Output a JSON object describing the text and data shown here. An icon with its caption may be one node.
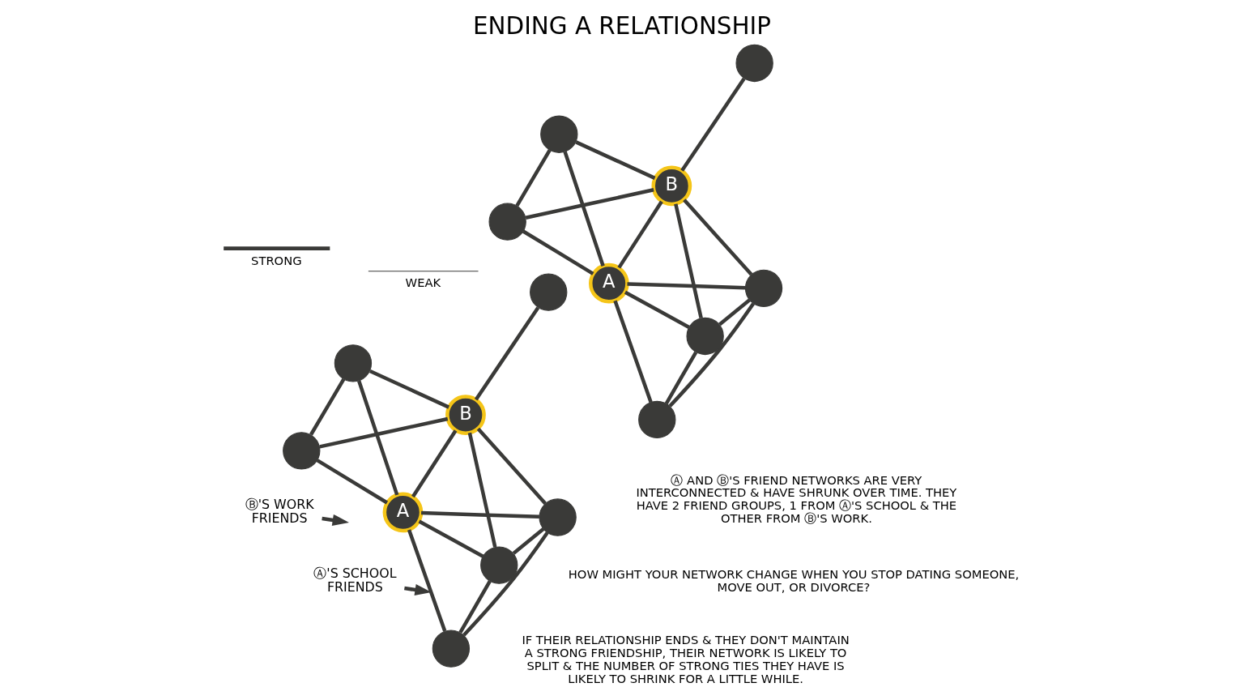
{
  "diagram": {
    "title": "ENDING A RELATIONSHIP",
    "nodes": [
      {
        "text": [
          "Ⓐ'S SCHOOL FRIENDS"
        ]
      },
      {
        "text": [
          "Ⓑ'S WORK FRIENDS"
        ]
      },
      {
        "text": [],
        "shape": "circle"
      },
      {
        "text": [],
        "shape": "circle"
      },
      {
        "text": [
          "A"
        ]
      },
      {
        "text": [],
        "shape": "circle"
      },
      {
        "text": [],
        "shape": "circle"
      },
      {
        "text": [
          "B"
        ]
      },
      {
        "text": [],
        "shape": "circle"
      },
      {
        "text": [],
        "shape": "circle"
      },
      {
        "text": [],
        "shape": "circle"
      },
      {
        "text": [],
        "shape": "circle"
      },
      {
        "text": [
          "A"
        ]
      },
      {
        "text": [],
        "shape": "circle"
      },
      {
        "text": [],
        "shape": "circle"
      },
      {
        "text": [
          "B"
        ]
      },
      {
        "text": [],
        "shape": "circle"
      },
      {
        "text": [],
        "shape": "circle"
      }
    ],
    "edges": [
      {
        "from": 0,
        "to": null,
        "arrow": "to"
      },
      {
        "from": 1,
        "to": null,
        "arrow": "to"
      },
      {
        "from": 3,
        "to": 4,
        "arrow": "none"
      },
      {
        "from": 3,
        "to": 6,
        "arrow": "none"
      },
      {
        "from": 3,
        "to": 8,
        "arrow": "none"
      },
      {
        "from": 3,
        "to": 7,
        "arrow": "none"
      },
      {
        "from": 4,
        "to": 2,
        "arrow": "none"
      },
      {
        "from": 4,
        "to": 6,
        "arrow": "none"
      },
      {
        "from": 4,
        "to": 8,
        "arrow": "none"
      },
      {
        "from": 4,
        "to": 7,
        "arrow": "none"
      },
      {
        "from": 4,
        "to": 5,
        "arrow": "none"
      },
      {
        "from": 2,
        "to": 5,
        "arrow": "none"
      },
      {
        "from": 2,
        "to": 7,
        "arrow": "none"
      },
      {
        "from": 6,
        "to": 8,
        "arrow": "none"
      },
      {
        "from": 8,
        "to": 7,
        "arrow": "none"
      },
      {
        "from": 7,
        "to": 5,
        "arrow": "none"
      },
      {
        "from": 7,
        "to": 9,
        "arrow": "none"
      },
      {
        "from": 11,
        "to": 12,
        "arrow": "none"
      },
      {
        "from": 11,
        "to": 14,
        "arrow": "none"
      },
      {
        "from": 11,
        "to": 16,
        "arrow": "none"
      },
      {
        "from": 11,
        "to": 15,
        "arrow": "none"
      },
      {
        "from": 12,
        "to": 10,
        "arrow": "none"
      },
      {
        "from": 12,
        "to": 14,
        "arrow": "none"
      },
      {
        "from": 12,
        "to": 16,
        "arrow": "none"
      },
      {
        "from": 12,
        "to": 15,
        "arrow": "none"
      },
      {
        "from": 12,
        "to": 13,
        "arrow": "none"
      },
      {
        "from": 10,
        "to": 13,
        "arrow": "none"
      },
      {
        "from": 10,
        "to": 15,
        "arrow": "none"
      },
      {
        "from": 14,
        "to": 16,
        "arrow": "none"
      },
      {
        "from": 16,
        "to": 15,
        "arrow": "none"
      },
      {
        "from": 15,
        "to": 13,
        "arrow": "none"
      },
      {
        "from": 15,
        "to": 17,
        "arrow": "none"
      }
    ],
    "labels": [
      "HOW MIGHT YOUR NETWORK CHANGE WHEN YOU STOP DATING SOMEONE, MOVE OUT, OR DIVORCE?",
      "Ⓐ AND Ⓑ'S FRIEND NETWORKS ARE VERY INTERCONNECTED & HAVE SHRUNK OVER TIME. THEY HAVE 2 FRIEND GROUPS, 1 FROM Ⓐ'S SCHOOL & THE OTHER FROM Ⓑ'S WORK.",
      "IF THEIR RELATIONSHIP ENDS & THEY DON'T MAINTAIN A STRONG FRIENDSHIP, THEIR NETWORK IS LIKELY TO SPLIT & THE NUMBER OF STRONG TIES THEY HAVE IS LIKELY TO SHRINK FOR A LITTLE WHILE."
    ],
    "legend": [
      {
        "text": "STRONG"
      },
      {
        "text": "WEAK"
      }
    ]
  }
}
